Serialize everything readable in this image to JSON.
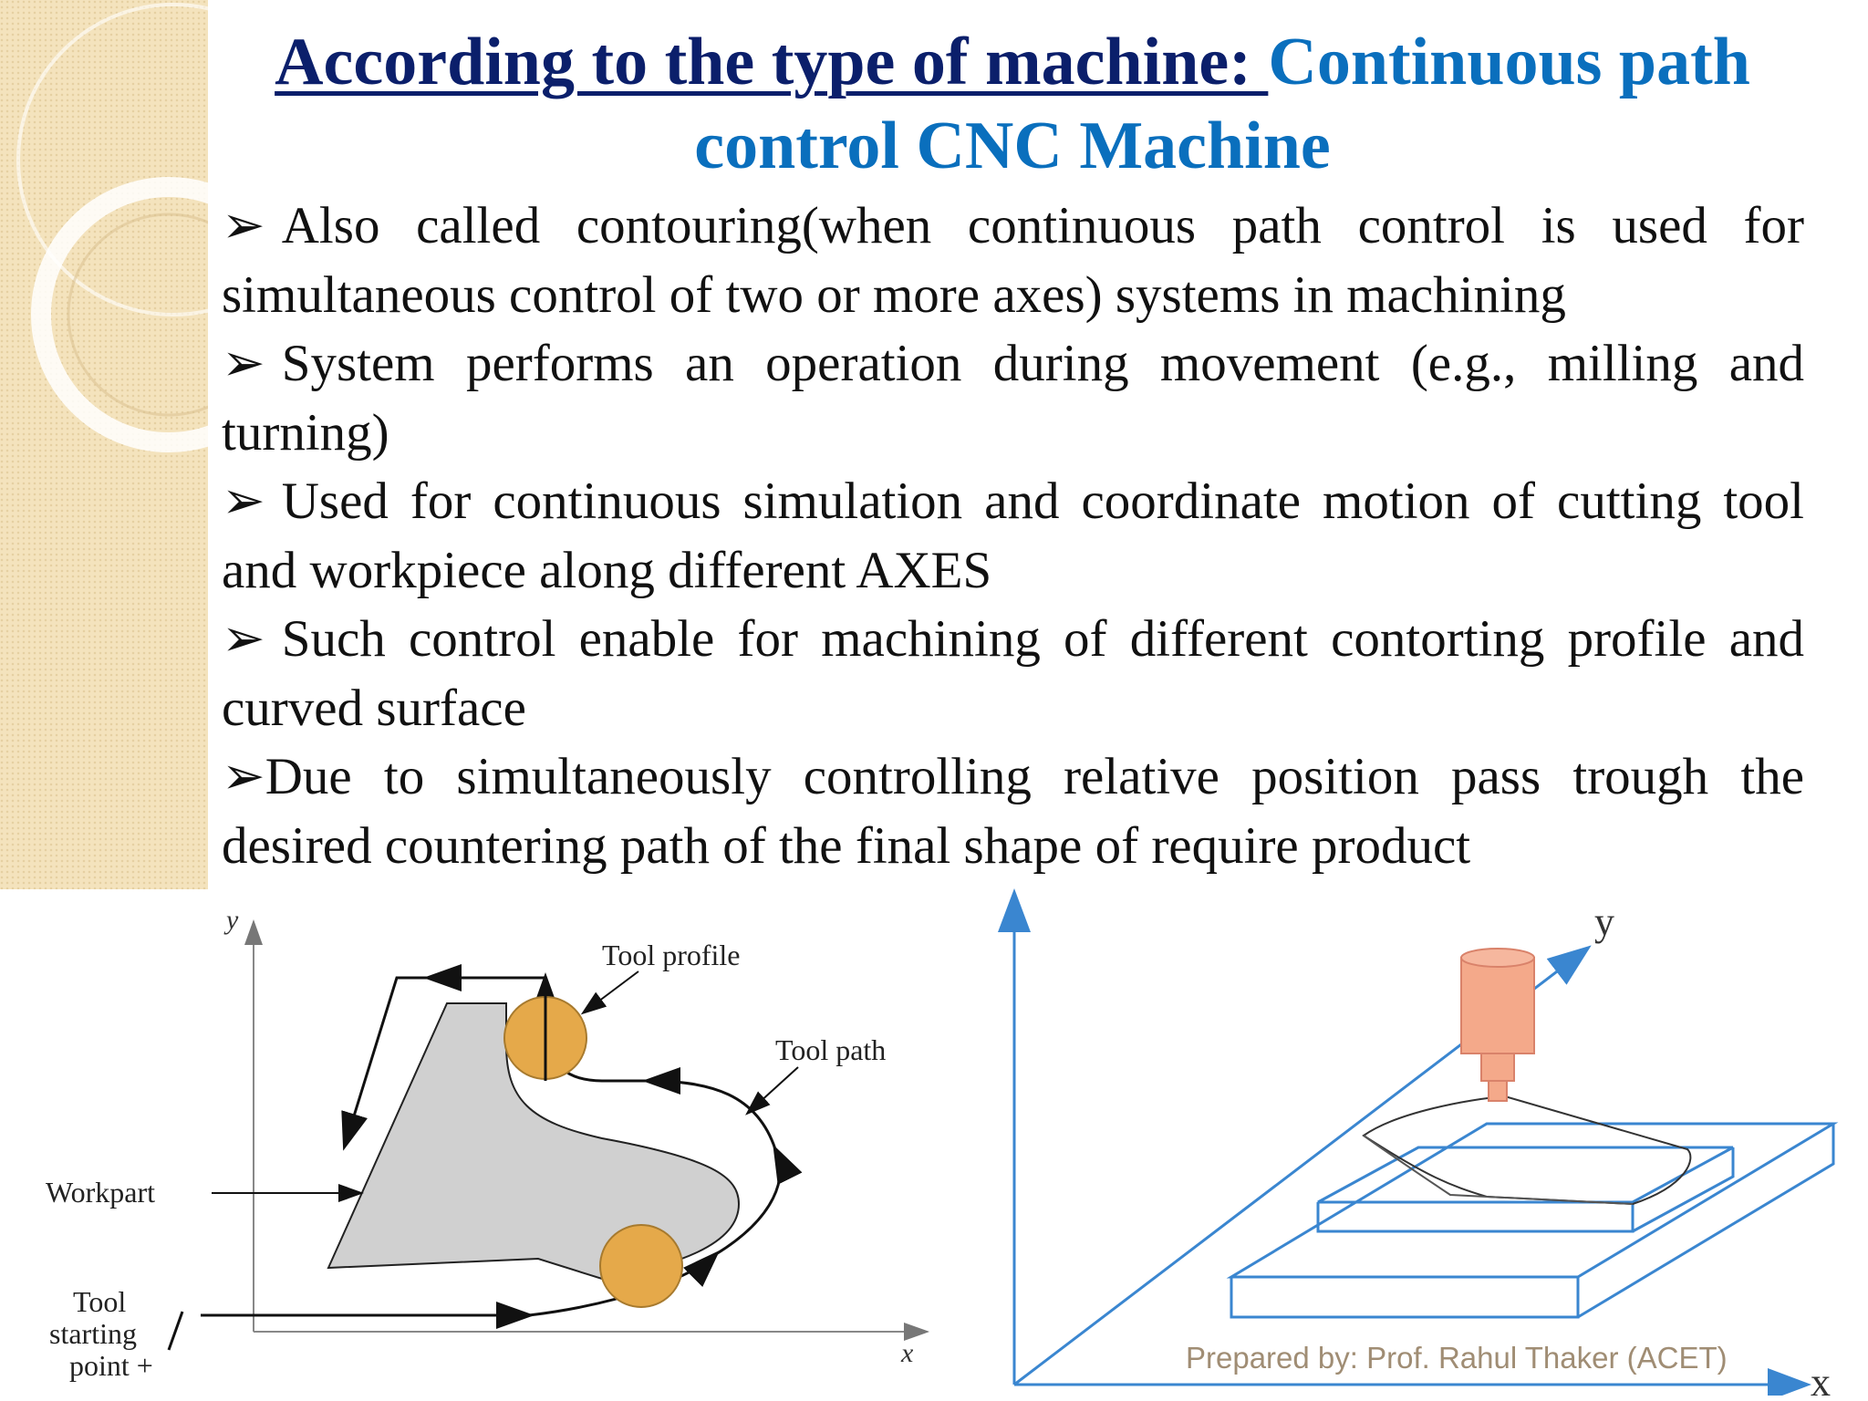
{
  "slide": {
    "title_part1": "According to the type of machine: ",
    "title_part2": "Continuous path control CNC Machine",
    "bullets": [
      {
        "marker": "➢",
        "text": "Also called contouring(when continuous path control is used for simultaneous control of two or more axes) systems in machining"
      },
      {
        "marker": "➢",
        "text": "System performs an operation during movement (e.g., milling and turning)"
      },
      {
        "marker": "➢",
        "text": "Used for continuous simulation and coordinate motion of cutting tool and workpiece along different AXES"
      },
      {
        "marker": "➢",
        "text": "Such control enable for machining of different contorting profile and curved surface"
      },
      {
        "marker": "➢",
        "text": "Due to simultaneously controlling relative position pass trough the desired countering path of the final shape of require product"
      }
    ],
    "credit": "Prepared by: Prof. Rahul Thaker (ACET)"
  },
  "left_figure": {
    "y_label": "y",
    "x_label": "x",
    "labels": {
      "tool_profile": "Tool profile",
      "tool_path": "Tool path",
      "workpart": "Workpart",
      "tool_start_1": "Tool",
      "tool_start_2": "starting",
      "tool_start_3": "point +"
    },
    "colors": {
      "workpart": "#d0d0d0",
      "tool": "#e5a94a"
    }
  },
  "right_figure": {
    "y_label": "y",
    "x_label": "x",
    "colors": {
      "axis": "#3a86d0",
      "spindle": "#f4a98a"
    }
  }
}
